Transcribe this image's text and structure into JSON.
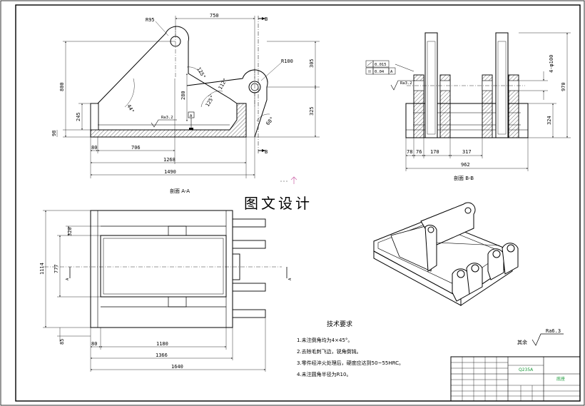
{
  "section_aa": {
    "caption": "剖面 A-A",
    "dims": {
      "d750": "750",
      "d305": "305",
      "d800": "800",
      "d280": "280",
      "d325": "325",
      "d245": "245",
      "d98": "98",
      "d80": "80",
      "d706": "706",
      "d1268": "1268",
      "d1490": "1490"
    },
    "radii": {
      "r95": "R95",
      "r100": "R100"
    },
    "angles": {
      "a44": "44°",
      "a125a": "125°",
      "a112": "112°",
      "a125b": "125°",
      "a68": "68°"
    },
    "roughness": "Ra3.2",
    "datum": "A",
    "cut_mark": "B"
  },
  "section_bb": {
    "caption": "剖面 B-B",
    "dims": {
      "d78": "78",
      "d76": "76",
      "d170": "170",
      "d317": "317",
      "d962": "962",
      "d324": "324",
      "d970": "970",
      "holes": "4-φ100"
    },
    "tolerance": {
      "t1_val": "0.015",
      "t2_val": "0.04",
      "t2_ref": "A"
    },
    "roughness": "Ra3.2"
  },
  "top_view": {
    "dims": {
      "d320": "320",
      "d1114": "1114",
      "d777": "777",
      "d85": "85",
      "d80": "80",
      "d1180": "1180",
      "d1366": "1366",
      "d1640": "1640"
    },
    "cut_mark": "A"
  },
  "watermark": "图文设计",
  "tech_requirements": {
    "title": "技术要求",
    "items": [
      "1.未注倒角均为4×45°。",
      "2.去除毛刺飞边，锐角倒钝。",
      "3.零件经淬火处理后，硬度应达到50~55HRC。",
      "4.未注圆角半径为R10。"
    ]
  },
  "surface_default": {
    "label": "其余",
    "value": "Ra6.3"
  },
  "title_block": {
    "material": "Q235A",
    "part_name": "底座"
  }
}
